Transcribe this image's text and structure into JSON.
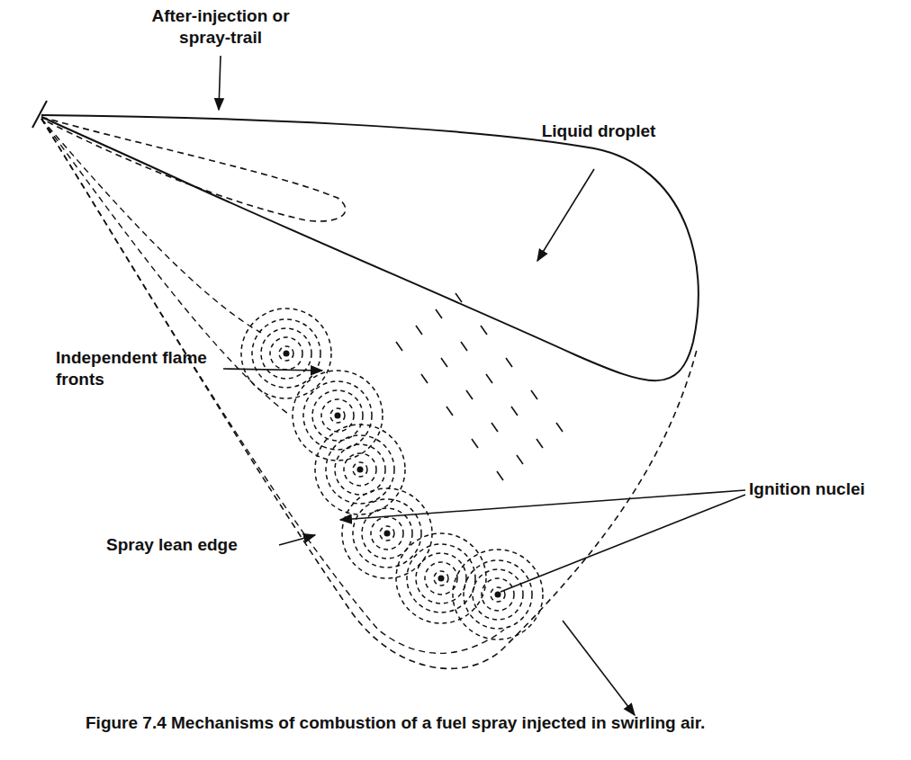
{
  "diagram": {
    "caption": "Figure 7.4 Mechanisms of combustion of a fuel spray injected in swirling air.",
    "labels": [
      "After-injection or spray-trail",
      "Liquid droplet",
      "Independent flame fronts",
      "Ignition nuclei",
      "Spray lean edge"
    ]
  }
}
